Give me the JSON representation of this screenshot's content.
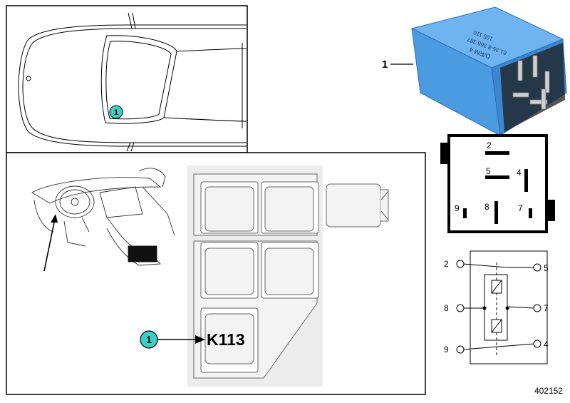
{
  "top_view": {
    "callout": "1"
  },
  "location_view": {
    "callout": "1",
    "relay_code": "K113"
  },
  "relay": {
    "callout": "1",
    "label_lines": [
      "D/RM  4",
      "61.35-8 368 387",
      "105 110"
    ]
  },
  "pinout": {
    "pins": [
      {
        "label": "2"
      },
      {
        "label": "5"
      },
      {
        "label": "4"
      },
      {
        "label": "9"
      },
      {
        "label": "8"
      },
      {
        "label": "7"
      }
    ]
  },
  "schematic": {
    "terminals": [
      {
        "label": "2"
      },
      {
        "label": "5"
      },
      {
        "label": "8"
      },
      {
        "label": "7"
      },
      {
        "label": "9"
      },
      {
        "label": "4"
      }
    ]
  },
  "footer": {
    "diagram_id": "402152"
  },
  "colors": {
    "callout_fill": "#3ccfc6",
    "relay_blue": "#4a9be0",
    "relay_dark": "#2f6fb5"
  }
}
